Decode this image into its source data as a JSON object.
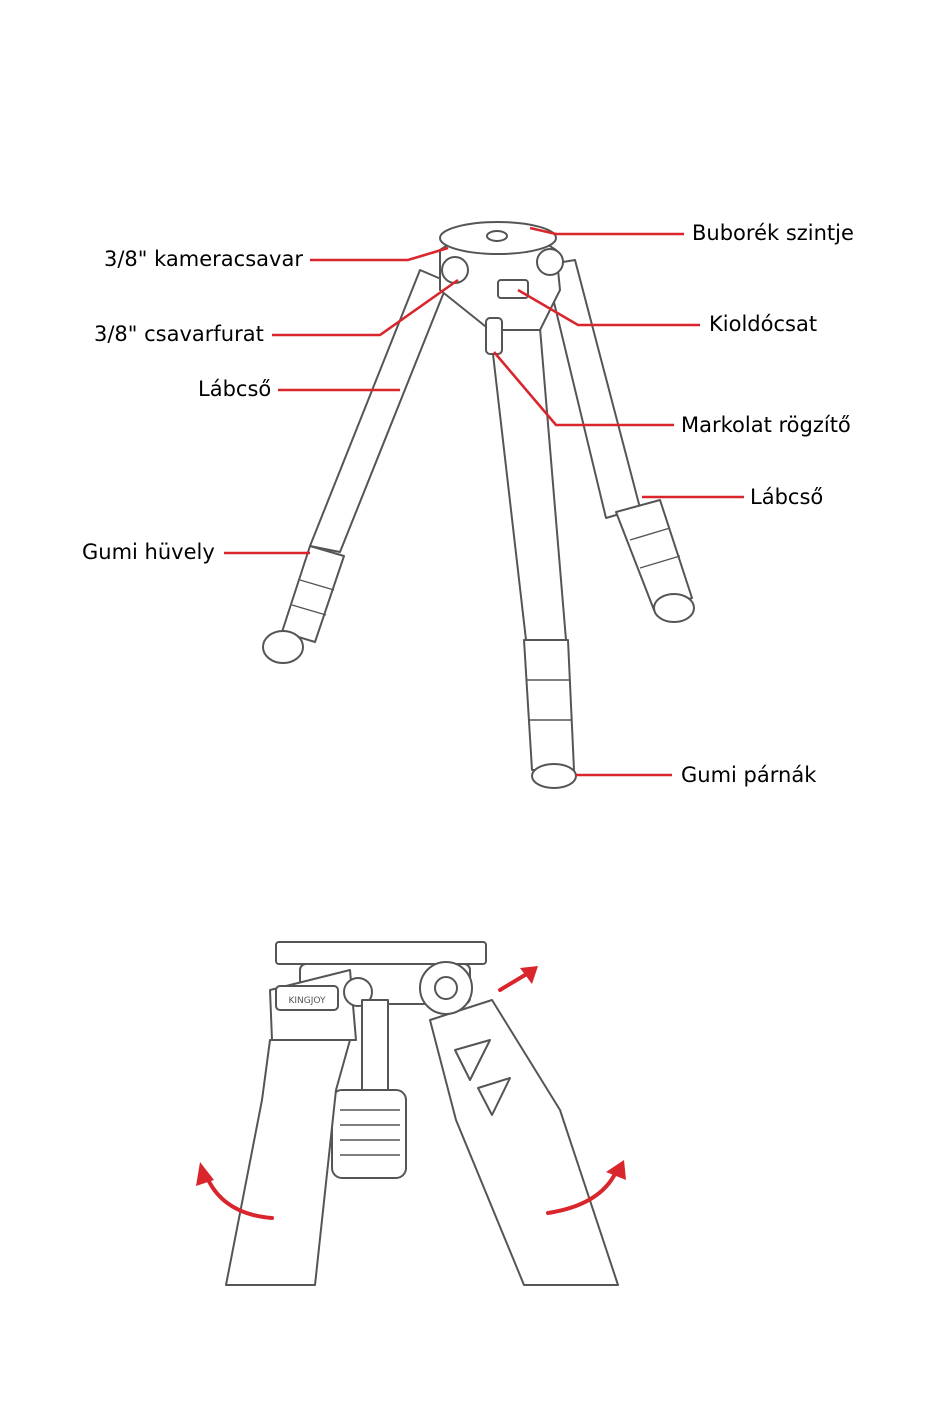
{
  "diagram": {
    "labels": {
      "camera_screw": "3/8\" kameracsavar",
      "screw_hole": "3/8\" csavarfurat",
      "leg_tube_left": "Lábcső",
      "rubber_sleeve": "Gumi hüvely",
      "bubble_level": "Buborék szintje",
      "release_clip": "Kioldócsat",
      "grip_lock": "Markolat rögzítő",
      "leg_tube_right": "Lábcső",
      "rubber_pads": "Gumi párnák"
    },
    "brand_mark": "KINGJOY",
    "leader_color": "#d9262c",
    "arrow_color": "#d9262c",
    "line_art_color": "#555555"
  }
}
